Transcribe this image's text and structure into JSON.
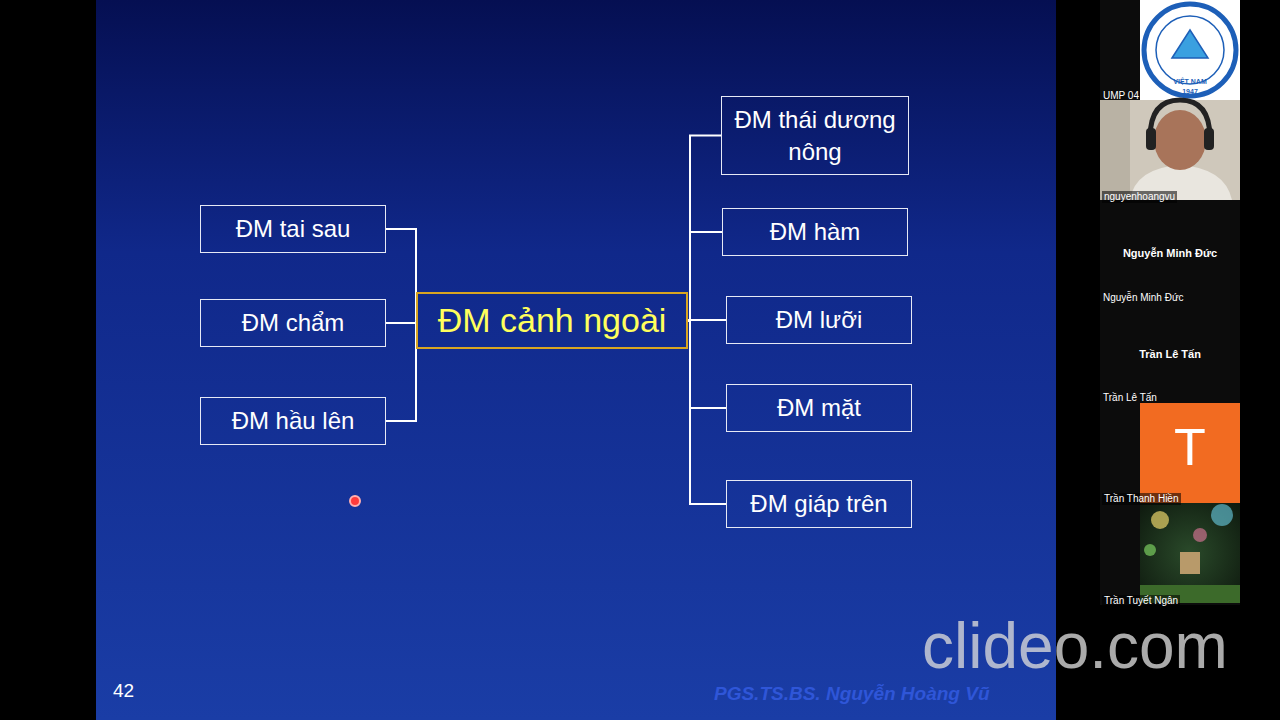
{
  "diagram": {
    "nodes": [
      {
        "text": [
          "ĐM tai sau"
        ]
      },
      {
        "text": [
          "ĐM chẩm"
        ]
      },
      {
        "text": [
          "ĐM hầu lên"
        ]
      },
      {
        "text": [
          "ĐM cảnh ngoài"
        ]
      },
      {
        "text": [
          "ĐM thái dương nông"
        ]
      },
      {
        "text": [
          "ĐM hàm"
        ]
      },
      {
        "text": [
          "ĐM lưỡi"
        ]
      },
      {
        "text": [
          "ĐM mặt"
        ]
      },
      {
        "text": [
          "ĐM giáp trên"
        ]
      }
    ],
    "edges": [
      {
        "from": 3,
        "to": 0,
        "arrow": "none"
      },
      {
        "from": 3,
        "to": 1,
        "arrow": "none"
      },
      {
        "from": 3,
        "to": 2,
        "arrow": "none"
      },
      {
        "from": 3,
        "to": 4,
        "arrow": "none"
      },
      {
        "from": 3,
        "to": 5,
        "arrow": "none"
      },
      {
        "from": 3,
        "to": 6,
        "arrow": "none"
      },
      {
        "from": 3,
        "to": 7,
        "arrow": "none"
      },
      {
        "from": 3,
        "to": 8,
        "arrow": "none"
      }
    ],
    "labels": [
      "42",
      "PGS.TS.BS. Nguyễn Hoàng Vũ",
      "clideo.com",
      "VIỆT NAM",
      "1947",
      "UMP 04",
      "nguyenhoangvu",
      "Nguyễn Minh Đức",
      "Nguyễn Minh Đức",
      "Trần Lê Tấn",
      "Trần Lê Tấn",
      "T",
      "Trần Thanh Hiền",
      "Trần Tuyết Ngân"
    ]
  }
}
